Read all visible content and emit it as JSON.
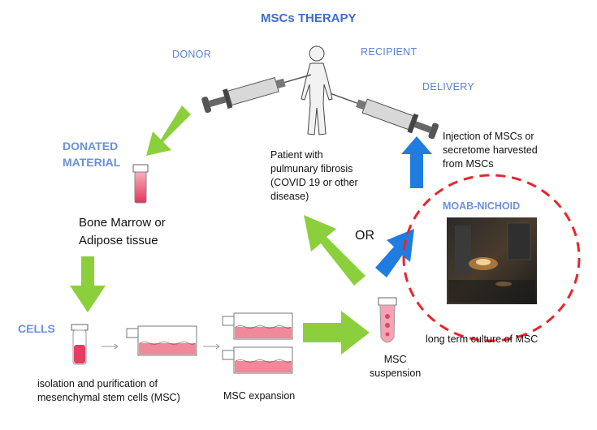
{
  "title": "MSCs THERAPY",
  "labels": {
    "donor": "DONOR",
    "recipient": "RECIPIENT",
    "delivery": "DELIVERY",
    "donated_material": [
      "DONATED",
      "MATERIAL"
    ],
    "cells": "CELLS",
    "moab": "MOAB-NICHOID",
    "or": "OR"
  },
  "texts": {
    "patient": [
      "Patient with",
      "pulmunary fibrosis",
      "(COVID 19 or other",
      "disease)"
    ],
    "injection": [
      "Injection of MSCs or",
      "secretome harvested",
      "from MSCs"
    ],
    "bone_marrow": [
      "Bone Marrow or",
      "Adipose tissue"
    ],
    "isolation": [
      "isolation and purification of",
      "mesenchymal stem cells (MSC)"
    ],
    "expansion": "MSC expansion",
    "suspension": [
      "MSC",
      "suspension"
    ],
    "long_term": "long term culture of MSC"
  },
  "colors": {
    "green_arrow": "#8ccf3c",
    "blue_arrow": "#1f7de0",
    "dashed_circle": "#e8262b",
    "title_blue": "#3d6ec9",
    "label_blue": "#5b7fd6",
    "media_pink": "#f08a9a"
  },
  "icons": [
    "human-figure-icon",
    "syringe-icon",
    "test-tube-icon",
    "culture-flask-icon",
    "petri-dish-icon",
    "bioreactor-photo"
  ]
}
